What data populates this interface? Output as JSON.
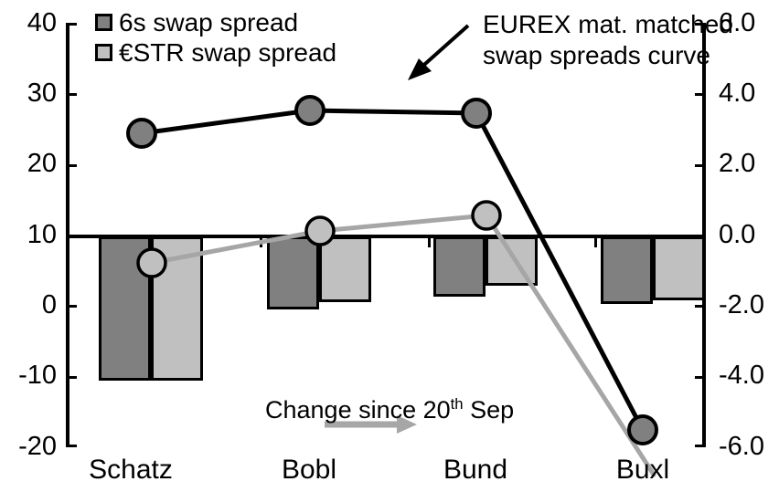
{
  "chart_data": {
    "type": "bar",
    "title": "",
    "xlabel": "",
    "categories": [
      "Schatz",
      "Bobl",
      "Bund",
      "Buxl"
    ],
    "legend": [
      {
        "label": "6s swap spread",
        "color": "#808080"
      },
      {
        "label": "€STR swap spread",
        "color": "#c0c0c0"
      }
    ],
    "legend_position": "top-left",
    "grid": false,
    "axes": {
      "left": {
        "label": "",
        "ylim": [
          -20,
          40
        ],
        "ticks": [
          40,
          30,
          20,
          10,
          0,
          -10,
          -20
        ],
        "tick_labels": [
          "40",
          "30",
          "20",
          "10",
          "0",
          "-10",
          "-20"
        ]
      },
      "right": {
        "label": "",
        "ylim": [
          -6.0,
          6.0
        ],
        "ticks": [
          6.0,
          4.0,
          2.0,
          0.0,
          -2.0,
          -4.0,
          -6.0
        ],
        "tick_labels": [
          "6.0",
          "4.0",
          "2.0",
          "0.0",
          "-2.0",
          "-4.0",
          "-6.0"
        ]
      }
    },
    "series": [
      {
        "name": "6s swap spread",
        "type": "bar",
        "axis": "right",
        "color": "#808080",
        "values": [
          -4.1,
          -2.0,
          -1.65,
          -1.85
        ]
      },
      {
        "name": "€STR swap spread",
        "type": "bar",
        "axis": "right",
        "color": "#c0c0c0",
        "values": [
          -4.1,
          -1.8,
          -1.35,
          -1.75
        ]
      },
      {
        "name": "EUREX mat. matched swap spreads curve",
        "type": "line",
        "axis": "left",
        "color": "#000000",
        "marker_color": "#808080",
        "values": [
          24.5,
          28.0,
          27.3,
          -18.0
        ]
      },
      {
        "name": "Change since 20th Sep",
        "type": "line",
        "axis": "right",
        "color": "#a6a6a6",
        "marker_color": "#c0c0c0",
        "values": [
          -0.8,
          0.1,
          0.55,
          -7.2
        ]
      }
    ],
    "annotations": [
      {
        "name": "curve-annotation",
        "text_lines": [
          "EUREX mat. matched",
          "swap spreads curve"
        ],
        "arrow": "down-left"
      },
      {
        "name": "change-annotation",
        "text_prefix": "Change since 20",
        "text_sup": "th",
        "text_suffix": " Sep",
        "arrow": "right"
      }
    ]
  }
}
